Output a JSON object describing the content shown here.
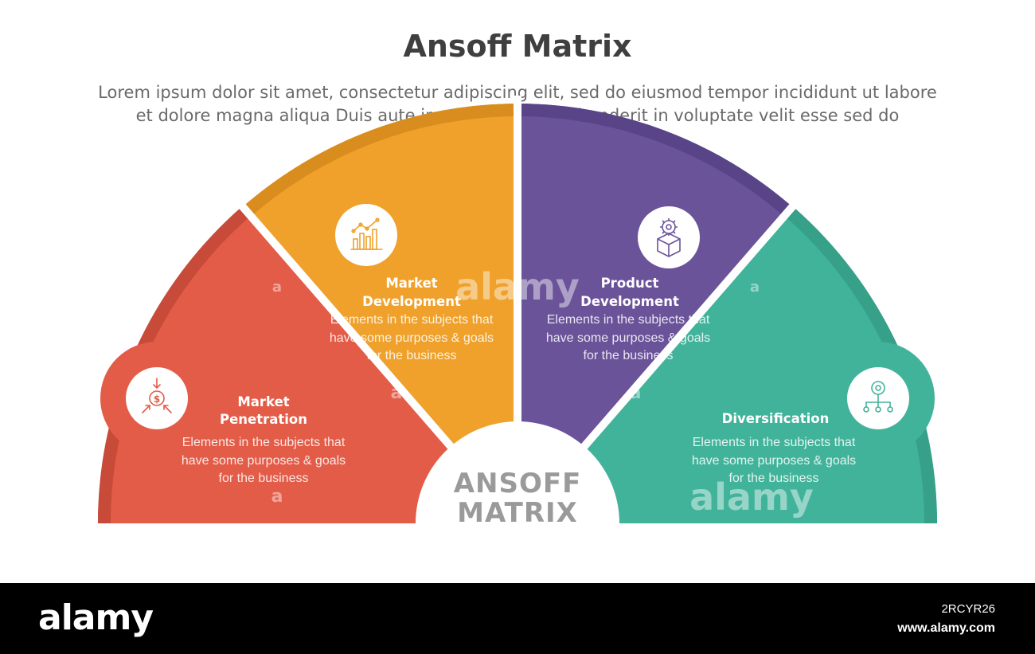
{
  "header": {
    "title": "Ansoff Matrix",
    "subtitle_line1": "Lorem ipsum dolor sit amet, consectetur adipiscing elit, sed do eiusmod tempor incididunt ut labore",
    "subtitle_line2": "et dolore magna aliqua Duis aute irure dolor in reprehenderit in voluptate velit esse sed do"
  },
  "center": {
    "line1": "ANSOFF",
    "line2": "MATRIX"
  },
  "segments": [
    {
      "id": "market-penetration",
      "title_line1": "Market",
      "title_line2": "Penetration",
      "desc": [
        "Elements in the subjects that",
        "have  some purposes & goals",
        "for the  business"
      ],
      "color": "#e35c48",
      "icon": "coin-arrows-icon"
    },
    {
      "id": "market-development",
      "title_line1": "Market",
      "title_line2": "Development",
      "desc": [
        "Elements in the subjects that",
        "have  some purposes & goals",
        "for the  business"
      ],
      "color": "#efa12b",
      "icon": "growth-chart-icon"
    },
    {
      "id": "product-development",
      "title_line1": "Product",
      "title_line2": "Development",
      "desc": [
        "Elements in the subjects that",
        "have  some purposes & goals",
        "for the  business"
      ],
      "color": "#6b539a",
      "icon": "gear-box-icon"
    },
    {
      "id": "diversification",
      "title_line1": "Diversification",
      "title_line2": "",
      "desc": [
        "Elements in the subjects that",
        "have  some purposes & goals",
        "for the  business"
      ],
      "color": "#41b39a",
      "icon": "hierarchy-icon"
    }
  ],
  "watermark": {
    "text": "alamy",
    "letter": "a"
  },
  "footer": {
    "logo": "alamy",
    "image_id": "2RCYR26",
    "url": "www.alamy.com"
  }
}
